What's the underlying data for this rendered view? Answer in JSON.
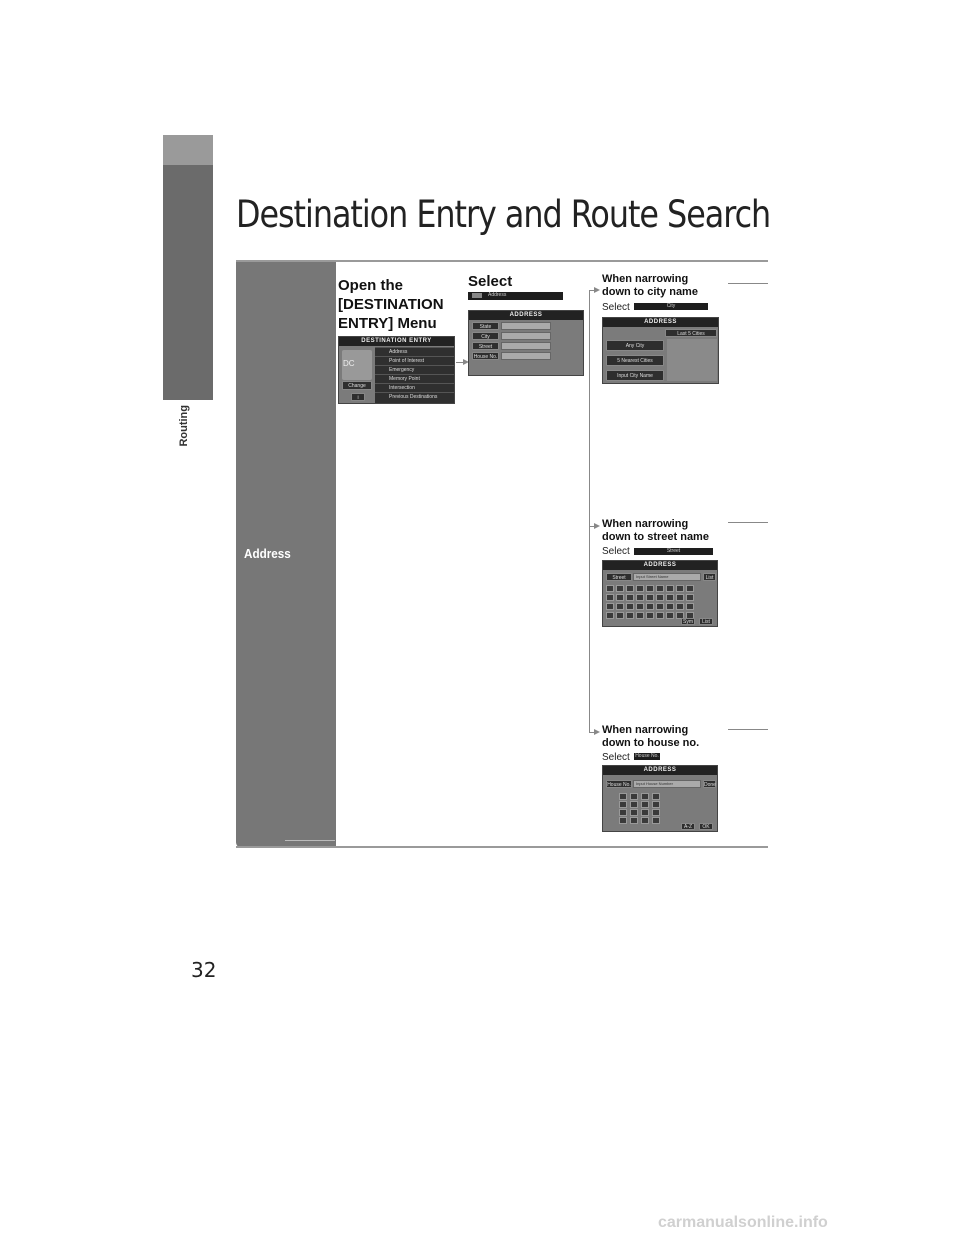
{
  "side_tab": {
    "label": "Routing"
  },
  "page": {
    "title": "Destination Entry and Route Search",
    "number": "32"
  },
  "panel": {
    "category": "Address"
  },
  "step1": {
    "heading": [
      "Open the",
      "[DESTINATION",
      "ENTRY] Menu"
    ],
    "screen": {
      "title": "DESTINATION ENTRY",
      "left_labels": [
        "DC",
        "Change"
      ],
      "items": [
        "Address",
        "Point of Interest",
        "Emergency",
        "Memory Point",
        "Intersection",
        "Previous Destinations"
      ]
    }
  },
  "step2": {
    "heading": "Select",
    "select_button": "Address",
    "screen": {
      "title": "ADDRESS",
      "fields": [
        "State",
        "City",
        "Street",
        "House No."
      ]
    }
  },
  "branches": [
    {
      "heading": [
        "When narrowing",
        "down to city name"
      ],
      "select_text": "Select",
      "select_button": "City",
      "screen": {
        "title": "ADDRESS",
        "top_label": "Last 5 Cities",
        "buttons": [
          "Any City",
          "5 Nearest Cities",
          "Input City Name"
        ]
      }
    },
    {
      "heading": [
        "When narrowing",
        "down to street name"
      ],
      "select_text": "Select",
      "select_button": "Street",
      "screen": {
        "title": "ADDRESS",
        "field_label": "Street",
        "field_value": "Input Street Name",
        "list_button": "List",
        "bottom_buttons": [
          "Sym",
          "List"
        ]
      }
    },
    {
      "heading": [
        "When narrowing",
        "down to house no."
      ],
      "select_text": "Select",
      "select_button": "House No.",
      "screen": {
        "title": "ADDRESS",
        "field_label": "House No.",
        "field_value": "Input House Number",
        "list_button": "Done",
        "bottom_buttons": [
          "A-Z",
          "OK"
        ]
      }
    }
  ],
  "watermark": "carmanualsonline.info"
}
